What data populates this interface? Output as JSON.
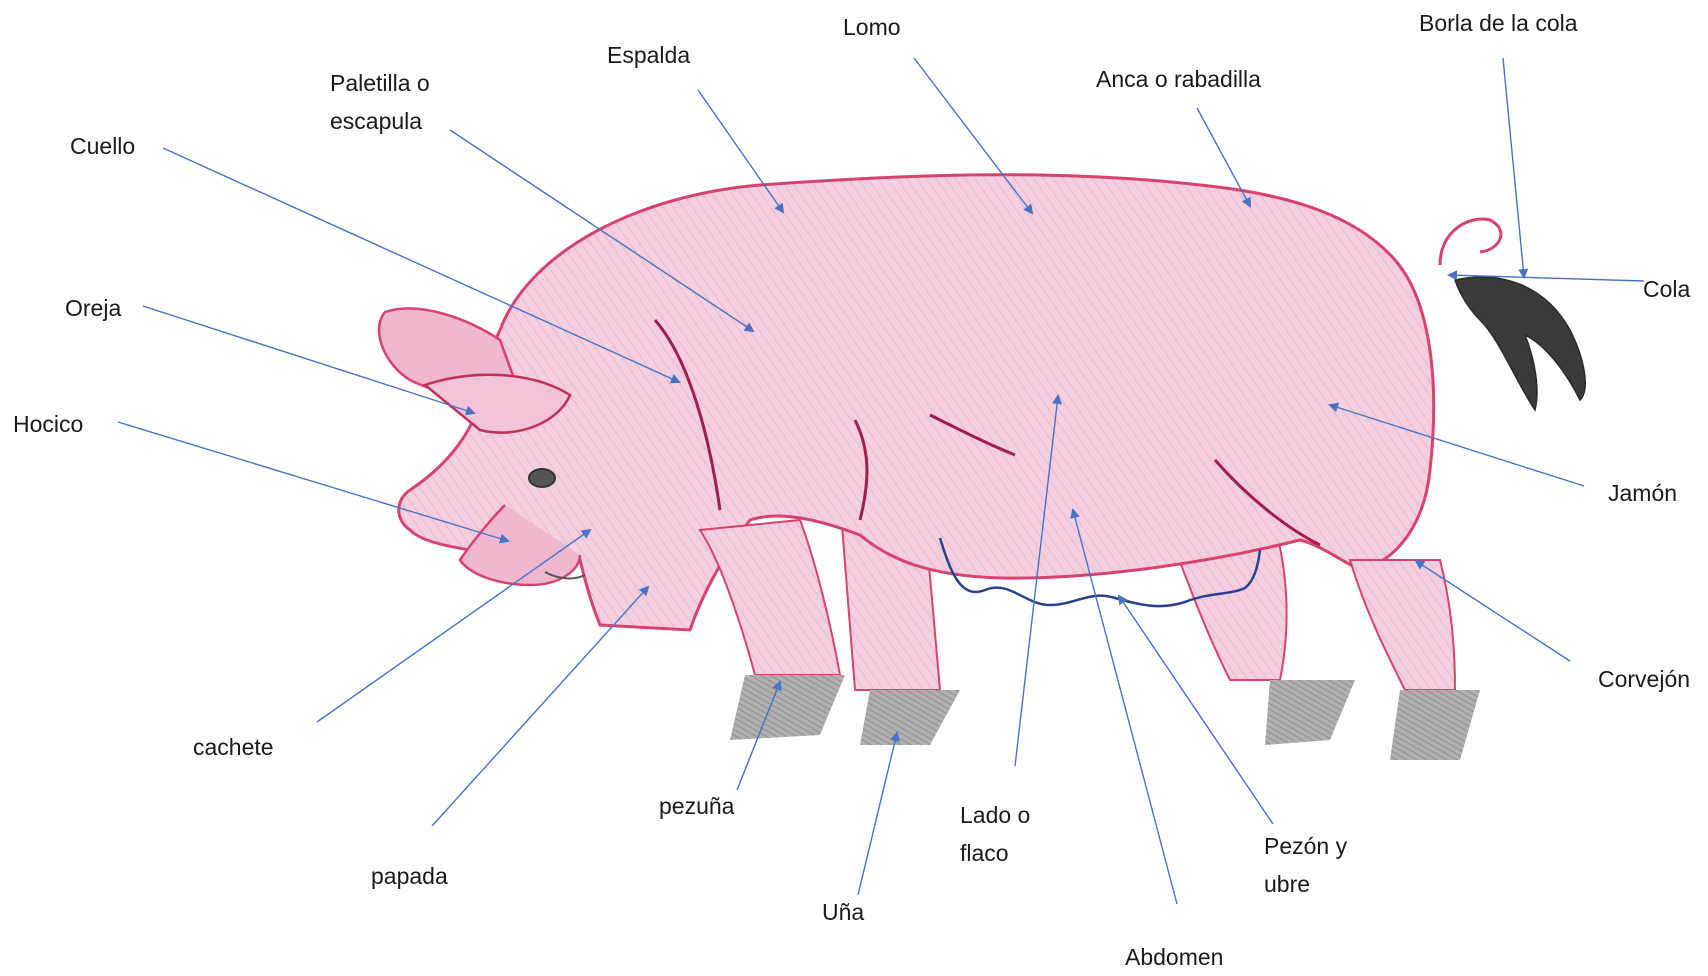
{
  "diagram": {
    "labels": {
      "lomo": "Lomo",
      "borla": "Borla de la cola",
      "espalda": "Espalda",
      "paletilla_1": "Paletilla o",
      "paletilla_2": "escapula",
      "anca": "Anca o rabadilla",
      "cuello": "Cuello",
      "oreja": "Oreja",
      "cola": "Cola",
      "hocico": "Hocico",
      "jamon": "Jamón",
      "corvejon": "Corvejón",
      "cachete": "cachete",
      "pezuna": "pezuña",
      "lado_1": "Lado o",
      "lado_2": "flaco",
      "pezon_1": "Pezón y",
      "pezon_2": "ubre",
      "papada": "papada",
      "una": "Uña",
      "abdomen": "Abdomen"
    },
    "colors": {
      "leader_line": "#4a72c4",
      "body_fill": "#f3cfe0",
      "body_outline": "#d8426e",
      "hoof": "#9a9a9a",
      "tail": "#3b3b3b",
      "udder_line": "#2a3f8f"
    }
  }
}
